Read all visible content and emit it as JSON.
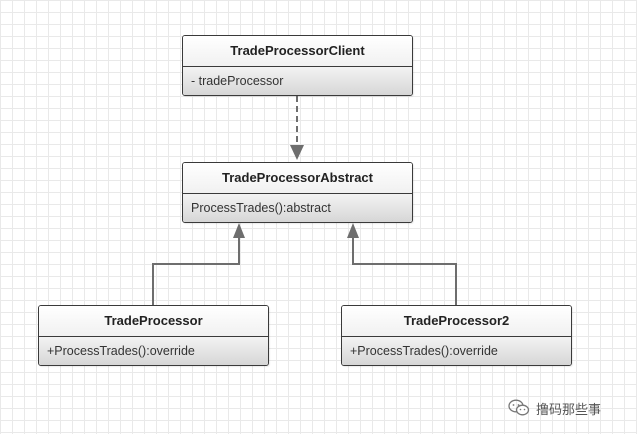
{
  "classes": {
    "client": {
      "name": "TradeProcessorClient",
      "member": "- tradeProcessor"
    },
    "abstract": {
      "name": "TradeProcessorAbstract",
      "member": "ProcessTrades():abstract"
    },
    "tp1": {
      "name": "TradeProcessor",
      "member": "+ProcessTrades():override"
    },
    "tp2": {
      "name": "TradeProcessor2",
      "member": "+ProcessTrades():override"
    }
  },
  "relations": [
    {
      "from": "TradeProcessorClient",
      "to": "TradeProcessorAbstract",
      "kind": "dependency"
    },
    {
      "from": "TradeProcessor",
      "to": "TradeProcessorAbstract",
      "kind": "generalization"
    },
    {
      "from": "TradeProcessor2",
      "to": "TradeProcessorAbstract",
      "kind": "generalization"
    }
  ],
  "watermark": {
    "text": "撸码那些事",
    "icon": "wechat-icon"
  },
  "colors": {
    "line": "#6e6e6e",
    "border": "#3a3a3a",
    "grid": "#e9e9e9"
  }
}
